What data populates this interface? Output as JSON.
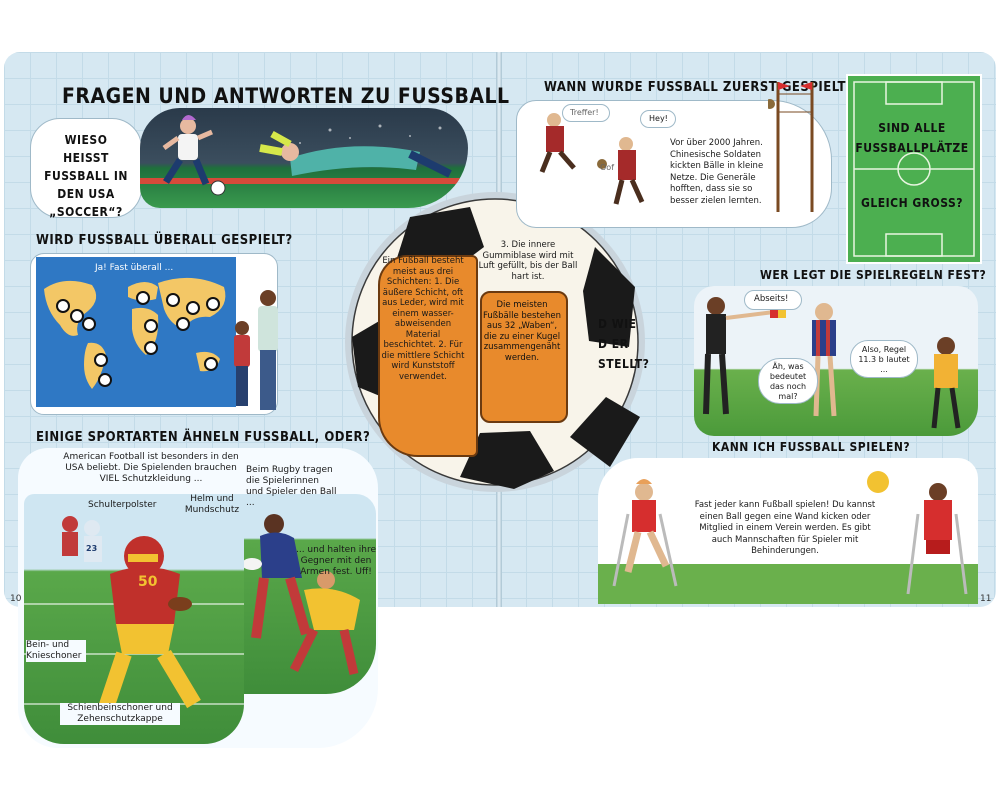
{
  "left_page": {
    "title": "FRAGEN UND ANTWORTEN ZU FUSSBALL",
    "soccer_question": "WIESO HEISST FUSSBALL IN DEN USA „SOCCER“?",
    "everywhere_heading": "WIRD FUSSBALL ÜBERALL GESPIELT?",
    "everywhere_answer": "Ja! Fast überall ...",
    "similar_heading": "EINIGE SPORTARTEN ÄHNELN FUSSBALL, ODER?",
    "american_football_text": "American Football ist besonders in den USA beliebt. Die Spielenden brauchen VIEL Schutzkleidung ...",
    "label_shoulder": "Schulterpolster",
    "label_helmet": "Helm und Mundschutz",
    "label_knee": "Bein- und Knieschoner",
    "label_shin": "Schienbeinschoner und Zehenschutzkappe",
    "rugby_text": "Beim Rugby tragen die Spielerinnen und Spieler den Ball ...",
    "rugby_text2": "... und halten ihre Gegner mit den Armen fest. Uff!",
    "jersey_number": "23",
    "helmet_number": "50",
    "page_number": "10"
  },
  "ball": {
    "layers_text": "Ein Fußball besteht meist aus drei Schichten: 1. Die äußere Schicht, oft aus Leder, wird mit einem wasser-abweisenden Material beschichtet. 2. Für die mittlere Schicht wird Kunststoff verwendet.",
    "bladder_text": "3. Die innere Gummiblase wird mit Luft gefüllt, bis der Ball hart ist.",
    "panels_text": "Die meisten Fußbälle bestehen aus 32 „Waben“, die zu einer Kugel zusammengenäht werden.",
    "hidden_question": "D WIE D ER STELLT?"
  },
  "right_page": {
    "first_played_heading": "WANN WURDE FUSSBALL ZUERST GESPIELT?",
    "speech_hit": "Treffer!",
    "speech_hey": "Hey!",
    "speech_oof": "Oof",
    "first_played_text": "Vor über 2000 Jahren. Chinesische Soldaten kickten Bälle in kleine Netze. Die Generäle hofften, dass sie so besser zielen lernten.",
    "pitch_question_line1": "SIND ALLE FUSSBALLPLÄTZE",
    "pitch_question_line2": "GLEICH GROSS?",
    "rules_heading": "WER LEGT DIE SPIELREGELN FEST?",
    "speech_offside": "Abseits!",
    "speech_what": "Äh, was bedeutet das noch mal?",
    "speech_rule": "Also, Regel 11.3 b lautet ...",
    "play_heading": "KANN ICH FUSSBALL SPIELEN?",
    "play_text": "Fast jeder kann Fußball spielen! Du kannst einen Ball gegen eine Wand kicken oder Mitglied in einem Verein werden. Es gibt auch Mannschaften für Spieler mit Behinderungen.",
    "page_number": "11"
  },
  "colors": {
    "page_bg": "#d6e8f2",
    "pitch_green": "#4caf50",
    "ball_orange": "#e88a2c",
    "kit_red": "#d62e2e"
  }
}
